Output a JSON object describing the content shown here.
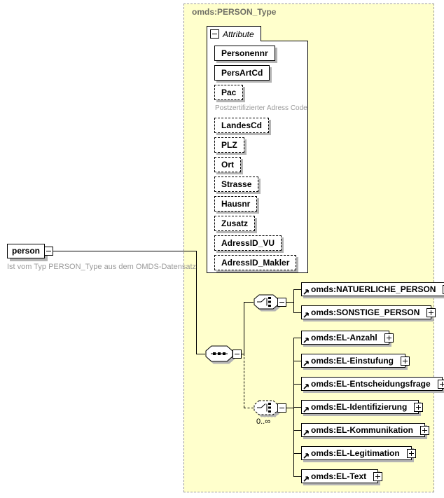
{
  "root": {
    "label": "person",
    "annotation": "Ist vom Typ PERSON_Type aus dem OMDS-Datensatz"
  },
  "type": {
    "label": "omds:PERSON_Type"
  },
  "attributes": {
    "label": "Attribute",
    "items": [
      {
        "name": "Personennr",
        "optional": false
      },
      {
        "name": "PersArtCd",
        "optional": false
      },
      {
        "name": "Pac",
        "optional": true,
        "annotation": "Postzertifizierter Adress Code"
      },
      {
        "name": "LandesCd",
        "optional": true
      },
      {
        "name": "PLZ",
        "optional": true
      },
      {
        "name": "Ort",
        "optional": true
      },
      {
        "name": "Strasse",
        "optional": true
      },
      {
        "name": "Hausnr",
        "optional": true
      },
      {
        "name": "Zusatz",
        "optional": true
      },
      {
        "name": "AdressID_VU",
        "optional": true
      },
      {
        "name": "AdressID_Makler",
        "optional": true
      }
    ]
  },
  "choice1": {
    "elements": [
      "omds:NATUERLICHE_PERSON",
      "omds:SONSTIGE_PERSON"
    ]
  },
  "choice2": {
    "occurrence": "0..∞",
    "elements": [
      "omds:EL-Anzahl",
      "omds:EL-Einstufung",
      "omds:EL-Entscheidungsfrage",
      "omds:EL-Identifizierung",
      "omds:EL-Kommunikation",
      "omds:EL-Legitimation",
      "omds:EL-Text"
    ]
  },
  "colors": {
    "container_fill": "#FFFFCC",
    "container_border": "#9a9a9a",
    "box_shadow": "#b4b4b4",
    "annotation_text": "#9a9a9a",
    "type_label_text": "#6e6e64"
  },
  "icons": {
    "sequence": "sequence-icon",
    "choice": "choice-icon",
    "optional_choice": "optional-choice-icon",
    "collapse": "minus-icon",
    "expand": "plus-icon",
    "reference": "reference-arrow-icon"
  }
}
